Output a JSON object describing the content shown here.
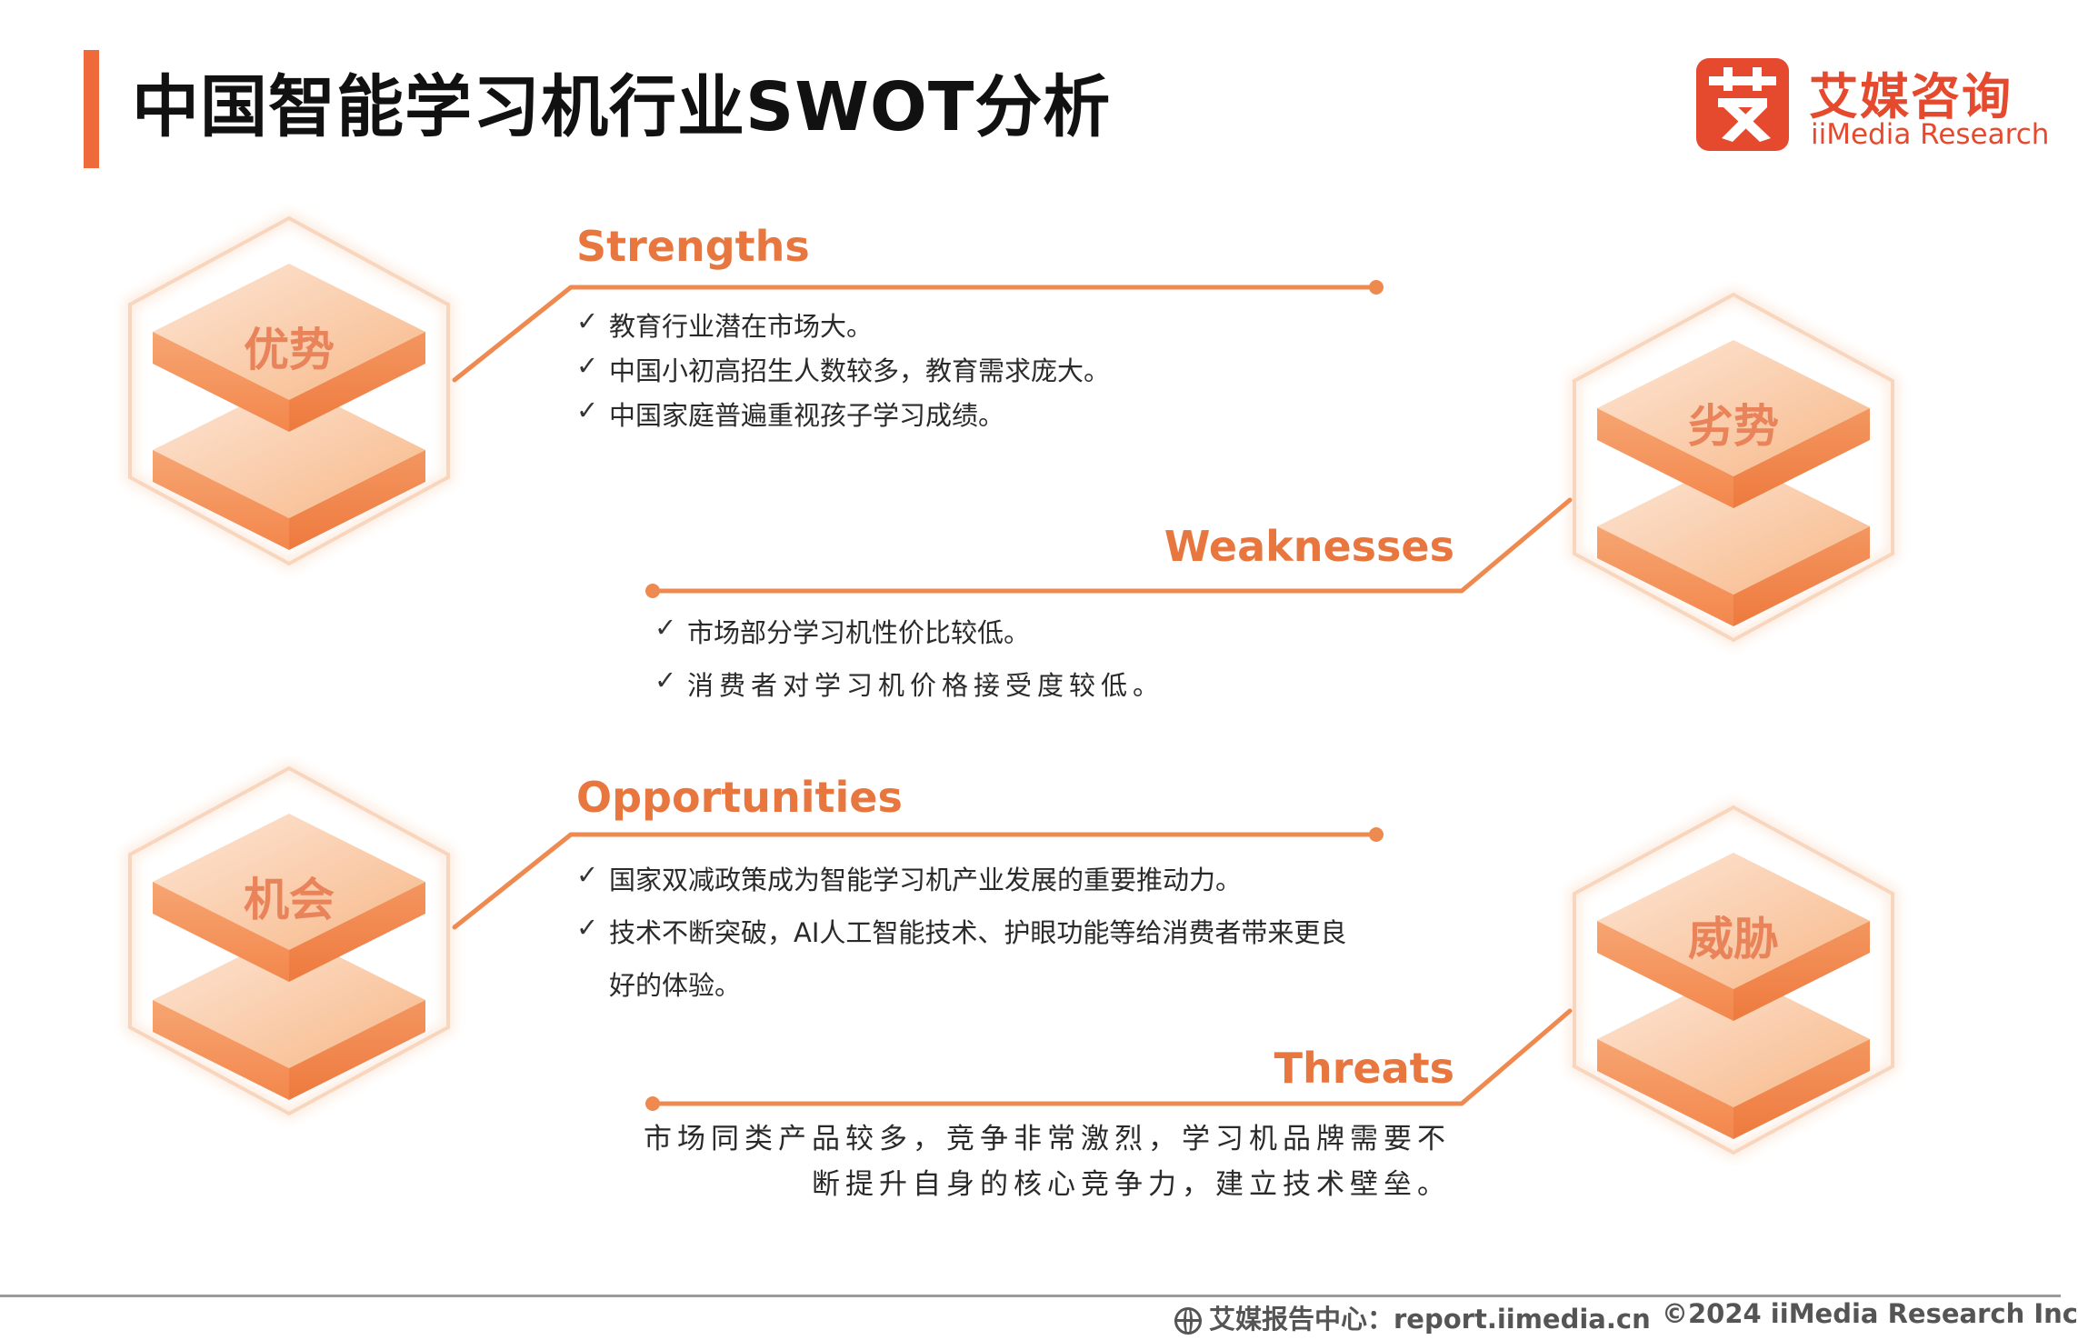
{
  "title": "中国智能学习机行业SWOT分析",
  "logo": {
    "cn": "艾媒咨询",
    "en": "iiMedia Research",
    "mark_char": "艾"
  },
  "strengths": {
    "label_cn": "优势",
    "heading": "Strengths",
    "items": [
      "教育行业潜在市场大。",
      "中国小初高招生人数较多，教育需求庞大。",
      "中国家庭普遍重视孩子学习成绩。"
    ]
  },
  "weaknesses": {
    "label_cn": "劣势",
    "heading": "Weaknesses",
    "items": [
      "市场部分学习机性价比较低。",
      "消费者对学习机价格接受度较低。"
    ]
  },
  "opportunities": {
    "label_cn": "机会",
    "heading": "Opportunities",
    "items": [
      "国家双减政策成为智能学习机产业发展的重要推动力。",
      "技术不断突破，AI人工智能技术、护眼功能等给消费者带来更良",
      "好的体验。"
    ]
  },
  "threats": {
    "label_cn": "威胁",
    "heading": "Threats",
    "lines": [
      "市场同类产品较多，竞争非常激烈，学习机品牌需要不",
      "断提升自身的核心竞争力，建立技术壁垒。"
    ]
  },
  "check_mark": "✓",
  "footer": {
    "report_center": "艾媒报告中心：report.iimedia.cn",
    "copyright": "©2024  iiMedia Research  Inc"
  },
  "colors": {
    "accent": "#ef6a3a",
    "orange_light": "#fbc9a6",
    "orange_mid": "#f49a63",
    "brand_red": "#e64a2e"
  }
}
